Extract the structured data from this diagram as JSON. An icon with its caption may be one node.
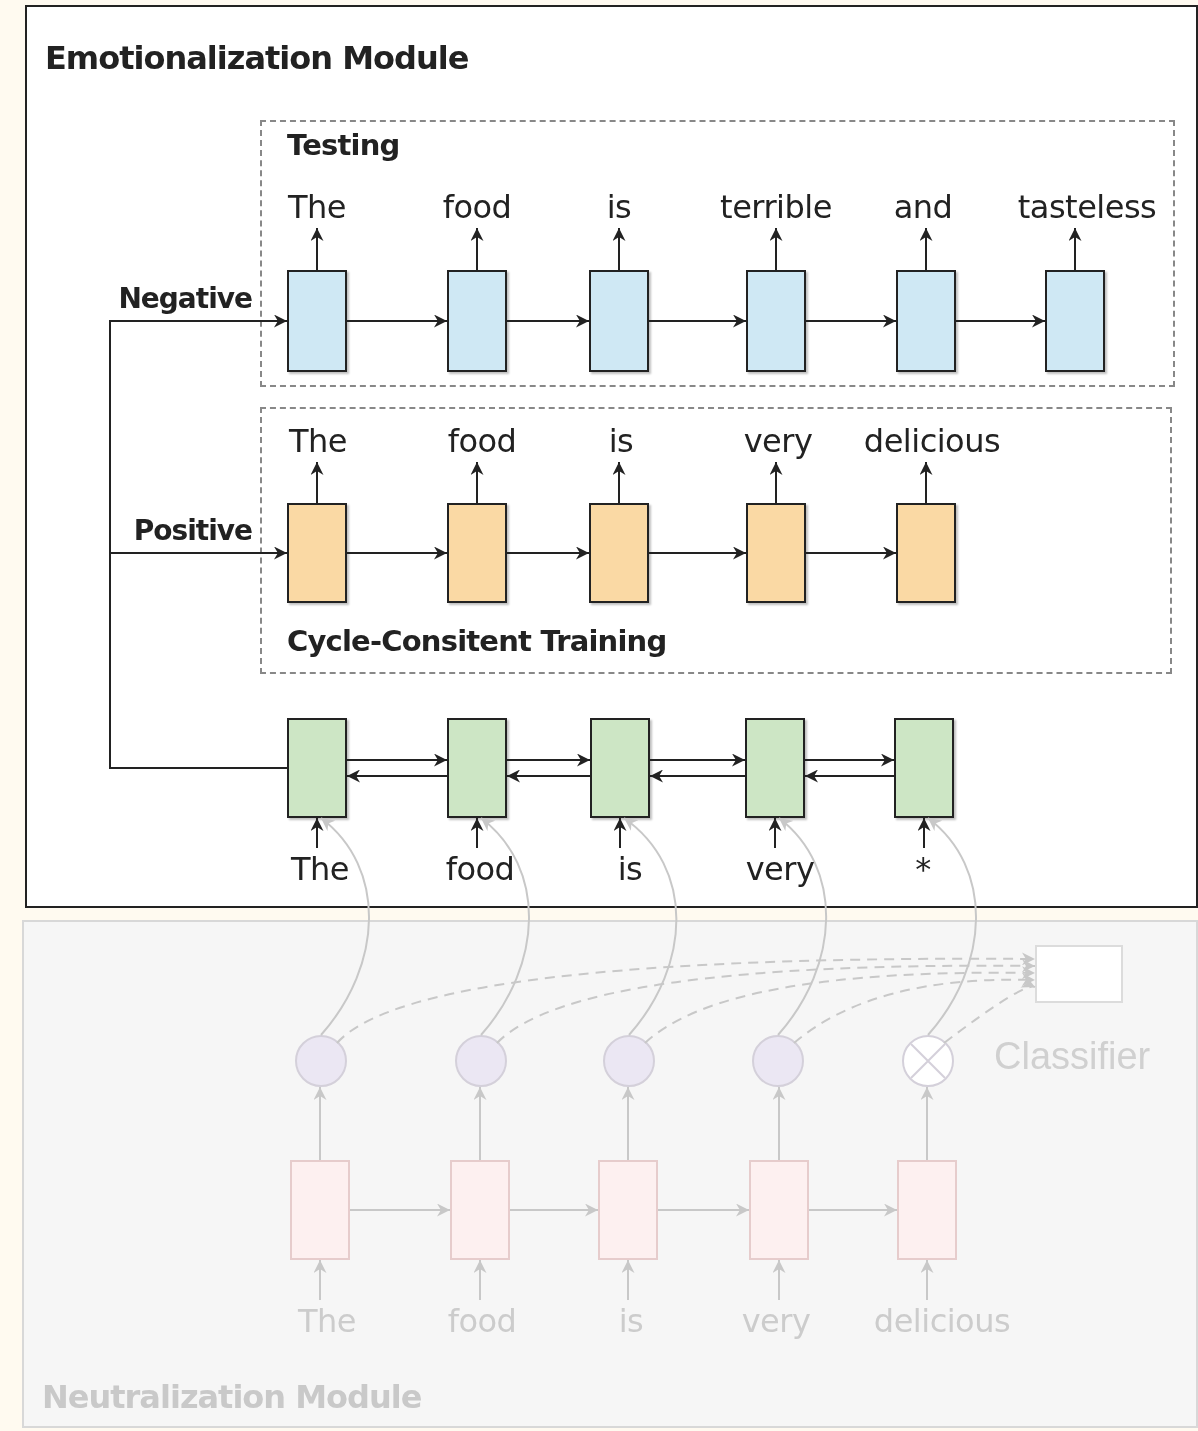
{
  "diagram": {
    "nodes": [
      {
        "text": [
          "Emotionalization Module"
        ]
      },
      {
        "text": [
          "Testing"
        ],
        "in": 0
      },
      {
        "text": [
          "The"
        ],
        "in": 1
      },
      {
        "text": [
          "food"
        ],
        "in": 1
      },
      {
        "text": [
          "is"
        ],
        "in": 1
      },
      {
        "text": [
          "terrible"
        ],
        "in": 1
      },
      {
        "text": [
          "and"
        ],
        "in": 1
      },
      {
        "text": [
          "tasteless"
        ],
        "in": 1
      },
      {
        "text": [],
        "shape": "box",
        "in": 1
      },
      {
        "text": [],
        "shape": "box",
        "in": 1
      },
      {
        "text": [],
        "shape": "box",
        "in": 1
      },
      {
        "text": [],
        "shape": "box",
        "in": 1
      },
      {
        "text": [],
        "shape": "box",
        "in": 1
      },
      {
        "text": [],
        "shape": "box",
        "in": 1
      },
      {
        "text": [
          "Cycle-Consitent Training"
        ],
        "in": 0
      },
      {
        "text": [
          "The"
        ],
        "in": 14
      },
      {
        "text": [
          "food"
        ],
        "in": 14
      },
      {
        "text": [
          "is"
        ],
        "in": 14
      },
      {
        "text": [
          "very"
        ],
        "in": 14
      },
      {
        "text": [
          "delicious"
        ],
        "in": 14
      },
      {
        "text": [],
        "shape": "box",
        "in": 14
      },
      {
        "text": [],
        "shape": "box",
        "in": 14
      },
      {
        "text": [],
        "shape": "box",
        "in": 14
      },
      {
        "text": [],
        "shape": "box",
        "in": 14
      },
      {
        "text": [],
        "shape": "box",
        "in": 14
      },
      {
        "text": [],
        "shape": "box",
        "in": 0
      },
      {
        "text": [],
        "shape": "box",
        "in": 0
      },
      {
        "text": [],
        "shape": "box",
        "in": 0
      },
      {
        "text": [],
        "shape": "box",
        "in": 0
      },
      {
        "text": [],
        "shape": "box",
        "in": 0
      },
      {
        "text": [
          "The"
        ],
        "in": 0
      },
      {
        "text": [
          "food"
        ],
        "in": 0
      },
      {
        "text": [
          "is"
        ],
        "in": 0
      },
      {
        "text": [
          "very"
        ],
        "in": 0
      },
      {
        "text": [
          "*"
        ],
        "in": 0
      },
      {
        "text": [
          "Neutralization Module"
        ]
      },
      {
        "text": [],
        "shape": "circle",
        "in": 35
      },
      {
        "text": [],
        "shape": "circle",
        "in": 35
      },
      {
        "text": [],
        "shape": "circle",
        "in": 35
      },
      {
        "text": [],
        "shape": "circle",
        "in": 35
      },
      {
        "text": [],
        "shape": "circle",
        "in": 35
      },
      {
        "text": [],
        "shape": "box",
        "in": 35,
        "beside": [
          "Classifier"
        ]
      },
      {
        "text": [],
        "shape": "box",
        "in": 35
      },
      {
        "text": [],
        "shape": "box",
        "in": 35
      },
      {
        "text": [],
        "shape": "box",
        "in": 35
      },
      {
        "text": [],
        "shape": "box",
        "in": 35
      },
      {
        "text": [],
        "shape": "box",
        "in": 35
      },
      {
        "text": [
          "The"
        ],
        "in": 35
      },
      {
        "text": [
          "food"
        ],
        "in": 35
      },
      {
        "text": [
          "is"
        ],
        "in": 35
      },
      {
        "text": [
          "very"
        ],
        "in": 35
      },
      {
        "text": [
          "delicious"
        ],
        "in": 35
      }
    ],
    "edges": [
      {
        "from": 8,
        "to": 2,
        "arrow": "to"
      },
      {
        "from": 9,
        "to": 3,
        "arrow": "to"
      },
      {
        "from": 10,
        "to": 4,
        "arrow": "to"
      },
      {
        "from": 11,
        "to": 5,
        "arrow": "to"
      },
      {
        "from": 12,
        "to": 6,
        "arrow": "to"
      },
      {
        "from": 13,
        "to": 7,
        "arrow": "to"
      },
      {
        "from": 8,
        "to": 9,
        "arrow": "to"
      },
      {
        "from": 9,
        "to": 10,
        "arrow": "to"
      },
      {
        "from": 10,
        "to": 11,
        "arrow": "to"
      },
      {
        "from": 11,
        "to": 12,
        "arrow": "to"
      },
      {
        "from": 12,
        "to": 13,
        "arrow": "to"
      },
      {
        "from": 20,
        "to": 15,
        "arrow": "to"
      },
      {
        "from": 21,
        "to": 16,
        "arrow": "to"
      },
      {
        "from": 22,
        "to": 17,
        "arrow": "to"
      },
      {
        "from": 23,
        "to": 18,
        "arrow": "to"
      },
      {
        "from": 24,
        "to": 19,
        "arrow": "to"
      },
      {
        "from": 20,
        "to": 21,
        "arrow": "to"
      },
      {
        "from": 21,
        "to": 22,
        "arrow": "to"
      },
      {
        "from": 22,
        "to": 23,
        "arrow": "to"
      },
      {
        "from": 23,
        "to": 24,
        "arrow": "to"
      },
      {
        "from": 25,
        "to": 26,
        "arrow": "to"
      },
      {
        "from": 26,
        "to": 25,
        "arrow": "to"
      },
      {
        "from": 26,
        "to": 27,
        "arrow": "to"
      },
      {
        "from": 27,
        "to": 26,
        "arrow": "to"
      },
      {
        "from": 27,
        "to": 28,
        "arrow": "to"
      },
      {
        "from": 28,
        "to": 27,
        "arrow": "to"
      },
      {
        "from": 28,
        "to": 29,
        "arrow": "to"
      },
      {
        "from": 29,
        "to": 28,
        "arrow": "to"
      },
      {
        "from": 30,
        "to": 25,
        "arrow": "to"
      },
      {
        "from": 31,
        "to": 26,
        "arrow": "to"
      },
      {
        "from": 32,
        "to": 27,
        "arrow": "to"
      },
      {
        "from": 33,
        "to": 28,
        "arrow": "to"
      },
      {
        "from": 34,
        "to": 29,
        "arrow": "to"
      },
      {
        "from": 25,
        "to": 8,
        "arrow": "to",
        "label": "Negative"
      },
      {
        "from": 25,
        "to": 20,
        "arrow": "to",
        "label": "Positive"
      },
      {
        "from": 36,
        "to": 25,
        "arrow": "to",
        "color": "#c8c8c8"
      },
      {
        "from": 37,
        "to": 26,
        "arrow": "to",
        "color": "#c8c8c8"
      },
      {
        "from": 38,
        "to": 27,
        "arrow": "to",
        "color": "#c8c8c8"
      },
      {
        "from": 39,
        "to": 28,
        "arrow": "to",
        "color": "#c8c8c8"
      },
      {
        "from": 40,
        "to": 29,
        "arrow": "to",
        "color": "#c8c8c8"
      },
      {
        "from": 36,
        "to": 41,
        "arrow": "to",
        "style": "dashed",
        "color": "#c8c8c8"
      },
      {
        "from": 37,
        "to": 41,
        "arrow": "to",
        "style": "dashed",
        "color": "#c8c8c8"
      },
      {
        "from": 38,
        "to": 41,
        "arrow": "to",
        "style": "dashed",
        "color": "#c8c8c8"
      },
      {
        "from": 39,
        "to": 41,
        "arrow": "to",
        "style": "dashed",
        "color": "#c8c8c8"
      },
      {
        "from": 40,
        "to": 41,
        "arrow": "to",
        "style": "dashed",
        "color": "#c8c8c8"
      },
      {
        "from": 42,
        "to": 36,
        "arrow": "to",
        "color": "#c8c8c8"
      },
      {
        "from": 43,
        "to": 37,
        "arrow": "to",
        "color": "#c8c8c8"
      },
      {
        "from": 44,
        "to": 38,
        "arrow": "to",
        "color": "#c8c8c8"
      },
      {
        "from": 45,
        "to": 39,
        "arrow": "to",
        "color": "#c8c8c8"
      },
      {
        "from": 46,
        "to": 40,
        "arrow": "to",
        "color": "#c8c8c8"
      },
      {
        "from": 42,
        "to": 43,
        "arrow": "to",
        "color": "#c8c8c8"
      },
      {
        "from": 43,
        "to": 44,
        "arrow": "to",
        "color": "#c8c8c8"
      },
      {
        "from": 44,
        "to": 45,
        "arrow": "to",
        "color": "#c8c8c8"
      },
      {
        "from": 45,
        "to": 46,
        "arrow": "to",
        "color": "#c8c8c8"
      },
      {
        "from": 47,
        "to": 42,
        "arrow": "to",
        "color": "#c8c8c8"
      },
      {
        "from": 48,
        "to": 43,
        "arrow": "to",
        "color": "#c8c8c8"
      },
      {
        "from": 49,
        "to": 44,
        "arrow": "to",
        "color": "#c8c8c8"
      },
      {
        "from": 50,
        "to": 45,
        "arrow": "to",
        "color": "#c8c8c8"
      },
      {
        "from": 51,
        "to": 46,
        "arrow": "to",
        "color": "#c8c8c8"
      }
    ]
  }
}
